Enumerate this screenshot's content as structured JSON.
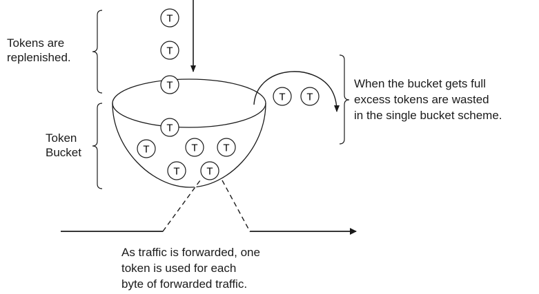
{
  "token_symbol": "T",
  "labels": {
    "replenished": [
      "Tokens are",
      "replenished."
    ],
    "bucket": [
      "Token",
      "Bucket"
    ],
    "full": [
      "When the bucket gets full",
      "excess tokens are wasted",
      "in the single bucket scheme."
    ],
    "forwarded": [
      "As traffic is forwarded, one",
      "token is used for each",
      "byte of forwarded traffic."
    ]
  },
  "colors": {
    "ink": "#1a1a1a",
    "background": "#ffffff"
  }
}
